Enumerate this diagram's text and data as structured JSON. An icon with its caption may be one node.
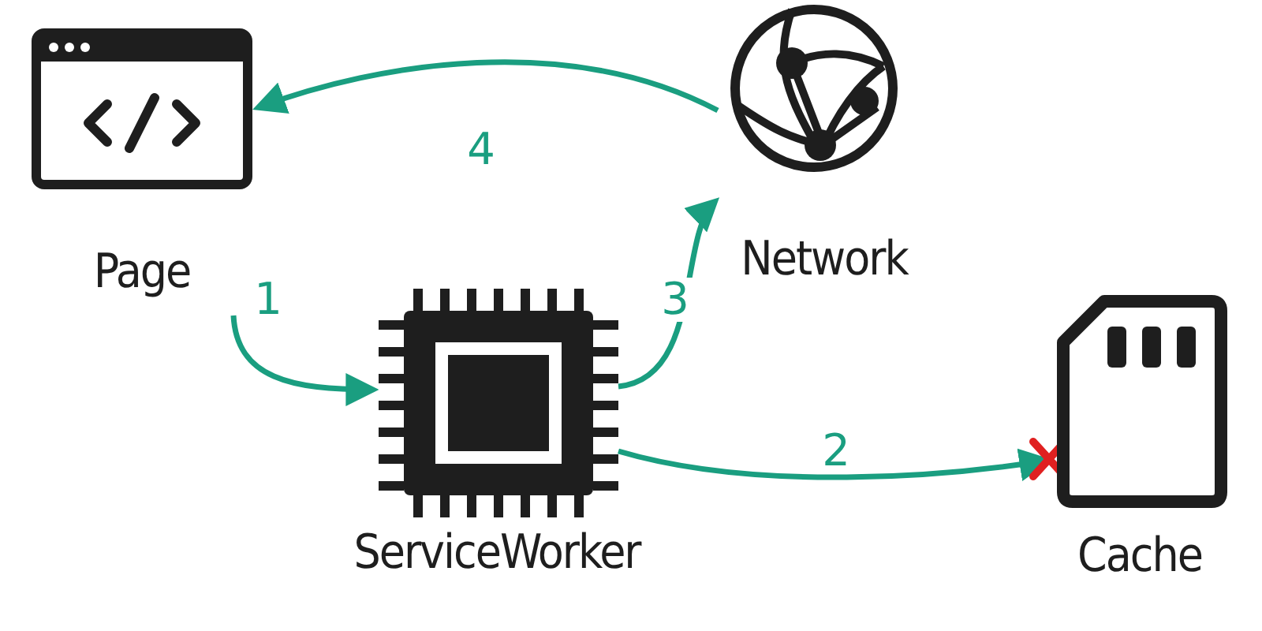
{
  "diagram": {
    "nodes": [
      {
        "text": [
          "Page"
        ]
      },
      {
        "text": [
          "ServiceWorker"
        ]
      },
      {
        "text": [
          "Network"
        ]
      },
      {
        "text": [
          "Cache"
        ]
      }
    ],
    "edges": [
      {
        "from": 0,
        "to": 1,
        "arrow": "to",
        "label": "1"
      },
      {
        "from": 1,
        "to": 3,
        "arrow": "to",
        "label": "2"
      },
      {
        "from": 1,
        "to": 2,
        "arrow": "to",
        "label": "3"
      },
      {
        "from": 2,
        "to": 0,
        "arrow": "to",
        "label": "4"
      }
    ]
  }
}
